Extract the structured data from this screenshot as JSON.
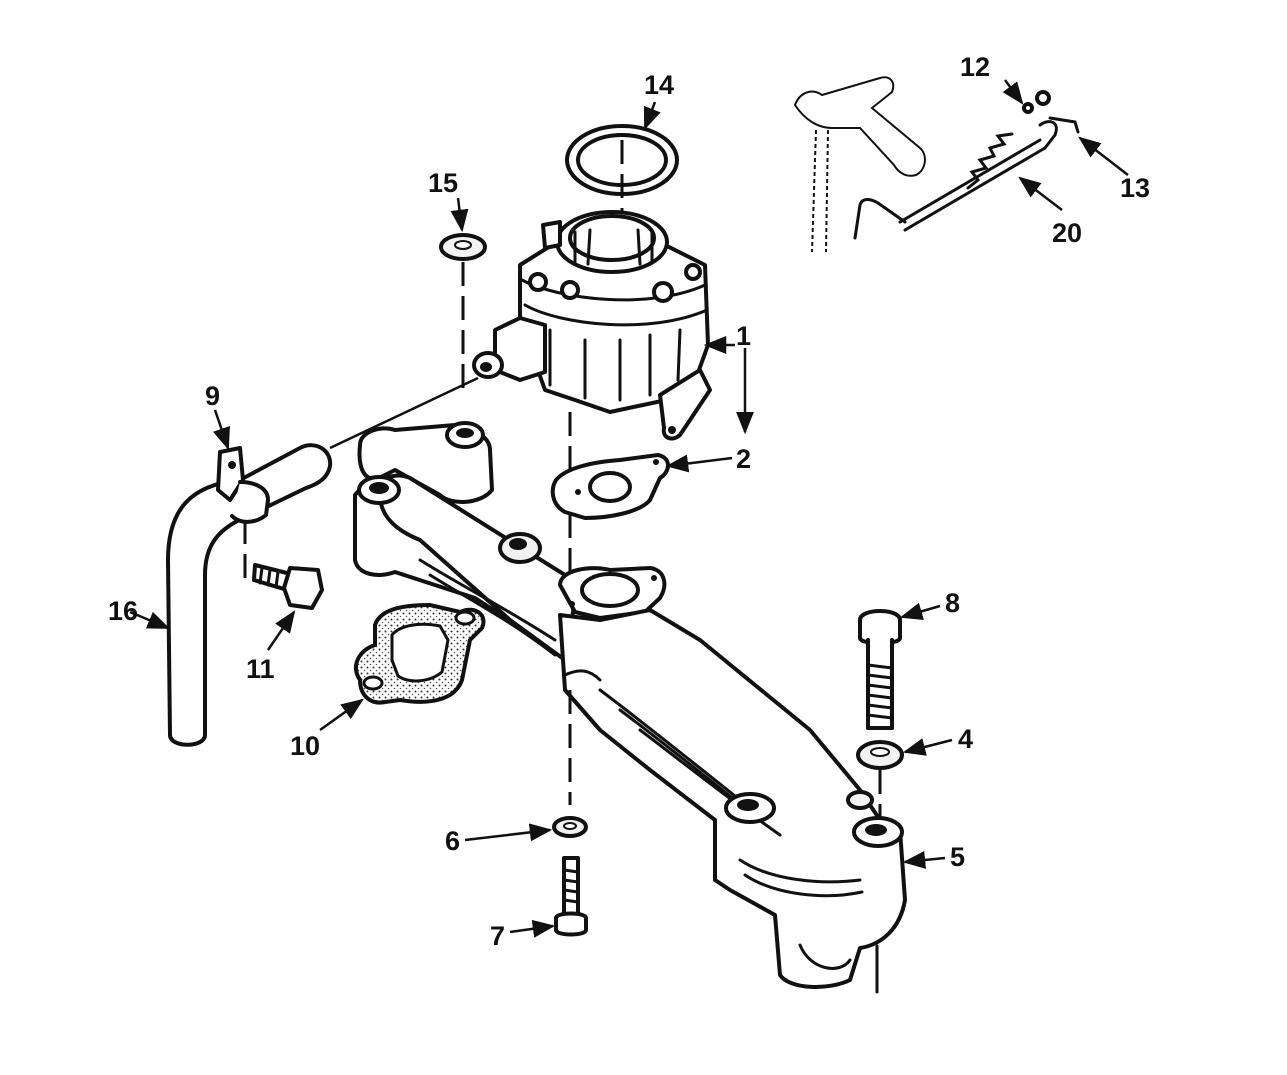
{
  "diagram": {
    "callouts": {
      "c1": "1",
      "c2": "2",
      "c4": "4",
      "c5": "5",
      "c6": "6",
      "c7": "7",
      "c8": "8",
      "c9": "9",
      "c10": "10",
      "c11": "11",
      "c12": "12",
      "c13": "13",
      "c14": "14",
      "c15": "15",
      "c16": "16",
      "c20": "20"
    }
  }
}
